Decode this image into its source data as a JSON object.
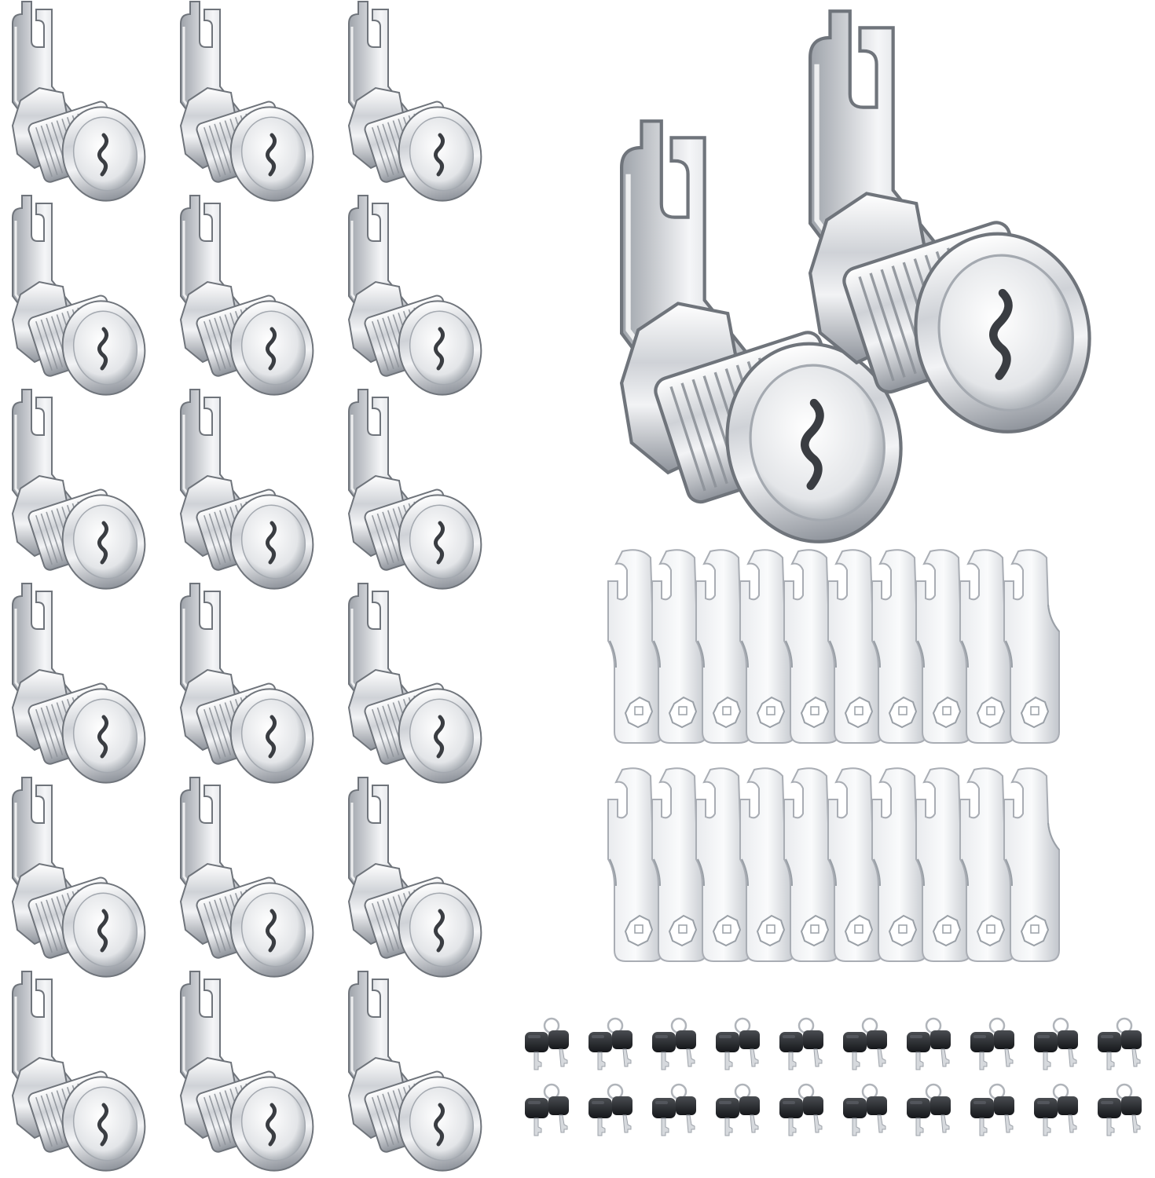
{
  "image": {
    "subject": "cam-lock-kit",
    "background": "#ffffff",
    "colors": {
      "chrome_light": "#f4f5f7",
      "chrome_mid": "#c9ccd2",
      "chrome_dark": "#7d828a",
      "key_head": "#1f2124",
      "key_blade": "#d8dadd"
    }
  },
  "small_locks": {
    "rows": 6,
    "columns": 3,
    "count": 18
  },
  "large_locks": {
    "count": 2
  },
  "cams": {
    "rows": 2,
    "columns": 10,
    "count": 20
  },
  "key_sets": {
    "rows": 2,
    "columns": 10,
    "count": 20,
    "keys_per_set": 2
  }
}
